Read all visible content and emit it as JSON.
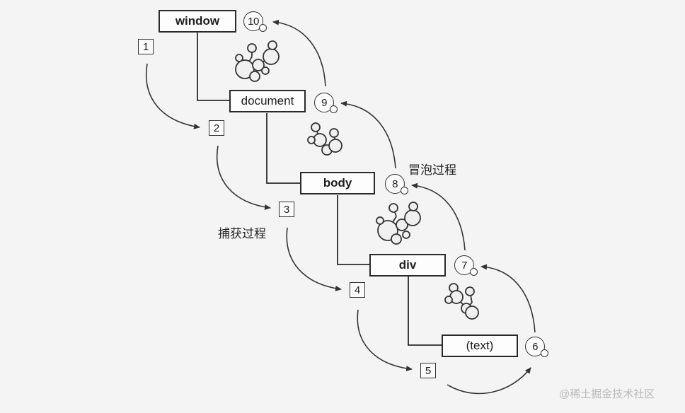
{
  "nodes": {
    "window": "window",
    "document": "document",
    "body": "body",
    "div": "div",
    "text": "(text)"
  },
  "capture_steps": [
    "1",
    "2",
    "3",
    "4",
    "5"
  ],
  "bubble_steps": [
    "6",
    "7",
    "8",
    "9",
    "10"
  ],
  "labels": {
    "capture": "捕获过程",
    "bubble": "冒泡过程"
  },
  "watermark": "@稀土掘金技术社区",
  "colors": {
    "line": "#2a2a2a",
    "arrow": "#333333",
    "bubble_fill": "#f0f0f0"
  }
}
